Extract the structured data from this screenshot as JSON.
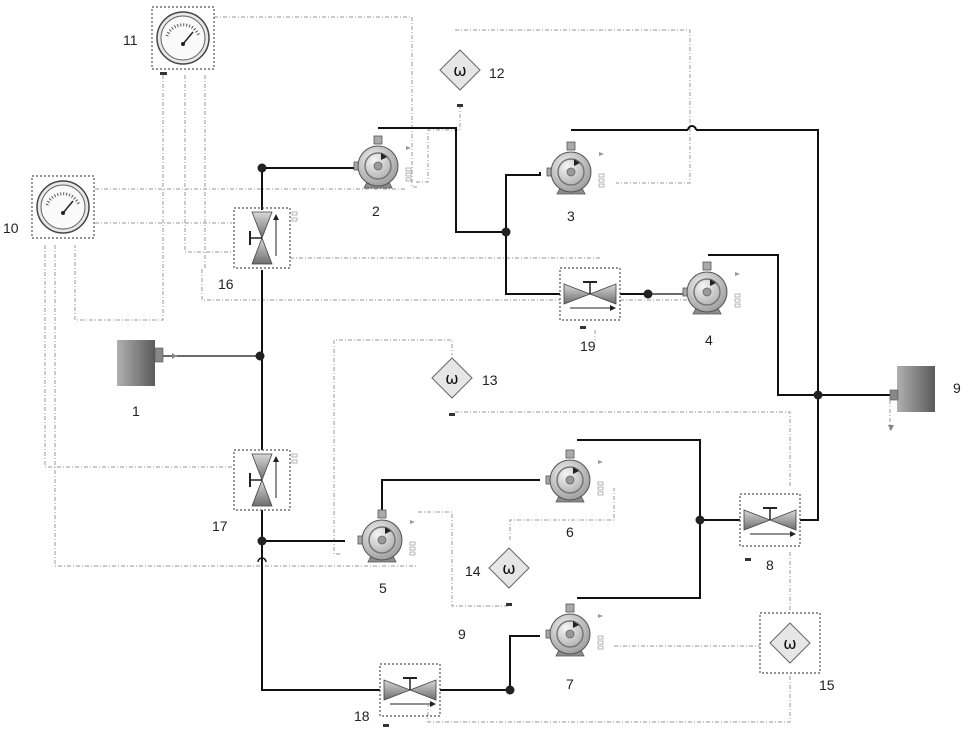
{
  "labels": {
    "n1": "1",
    "n2": "2",
    "n3": "3",
    "n4": "4",
    "n5": "5",
    "n6": "6",
    "n7": "7",
    "n8": "8",
    "n9_outlet": "9",
    "n9_mid": "9",
    "n10": "10",
    "n11": "11",
    "n12": "12",
    "n13": "13",
    "n14": "14",
    "n15": "15",
    "n16": "16",
    "n17": "17",
    "n18": "18",
    "n19": "19"
  },
  "speed_symbol": "ω",
  "colors": {
    "pipe": "#111111",
    "signal": "#999999",
    "pump_body": "#cfcfcf",
    "tank": "#7a7a7a",
    "valve": "#8a8a8a"
  }
}
